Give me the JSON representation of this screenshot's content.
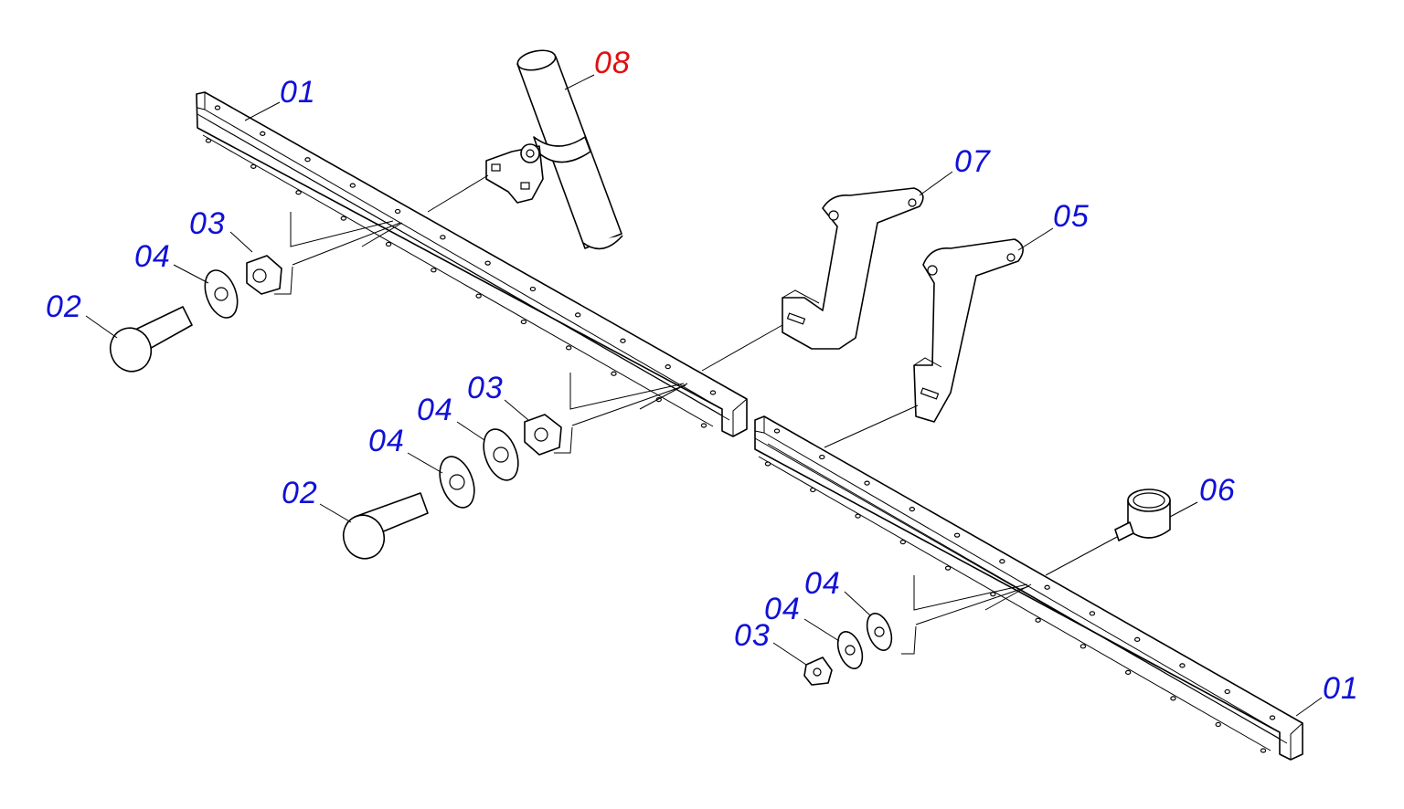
{
  "colors": {
    "label_default": "#1010d8",
    "label_highlight": "#e01010",
    "line": "#000000",
    "background": "#ffffff"
  },
  "callouts": [
    {
      "id": "c01a",
      "text": "01",
      "color": "label_default"
    },
    {
      "id": "c08",
      "text": "08",
      "color": "label_highlight"
    },
    {
      "id": "c03a",
      "text": "03",
      "color": "label_default"
    },
    {
      "id": "c04a",
      "text": "04",
      "color": "label_default"
    },
    {
      "id": "c02a",
      "text": "02",
      "color": "label_default"
    },
    {
      "id": "c07",
      "text": "07",
      "color": "label_default"
    },
    {
      "id": "c05",
      "text": "05",
      "color": "label_default"
    },
    {
      "id": "c03b",
      "text": "03",
      "color": "label_default"
    },
    {
      "id": "c04b",
      "text": "04",
      "color": "label_default"
    },
    {
      "id": "c04c",
      "text": "04",
      "color": "label_default"
    },
    {
      "id": "c02b",
      "text": "02",
      "color": "label_default"
    },
    {
      "id": "c06",
      "text": "06",
      "color": "label_default"
    },
    {
      "id": "c04d",
      "text": "04",
      "color": "label_default"
    },
    {
      "id": "c04e",
      "text": "04",
      "color": "label_default"
    },
    {
      "id": "c03c",
      "text": "03",
      "color": "label_default"
    },
    {
      "id": "c01b",
      "text": "01",
      "color": "label_default"
    }
  ]
}
